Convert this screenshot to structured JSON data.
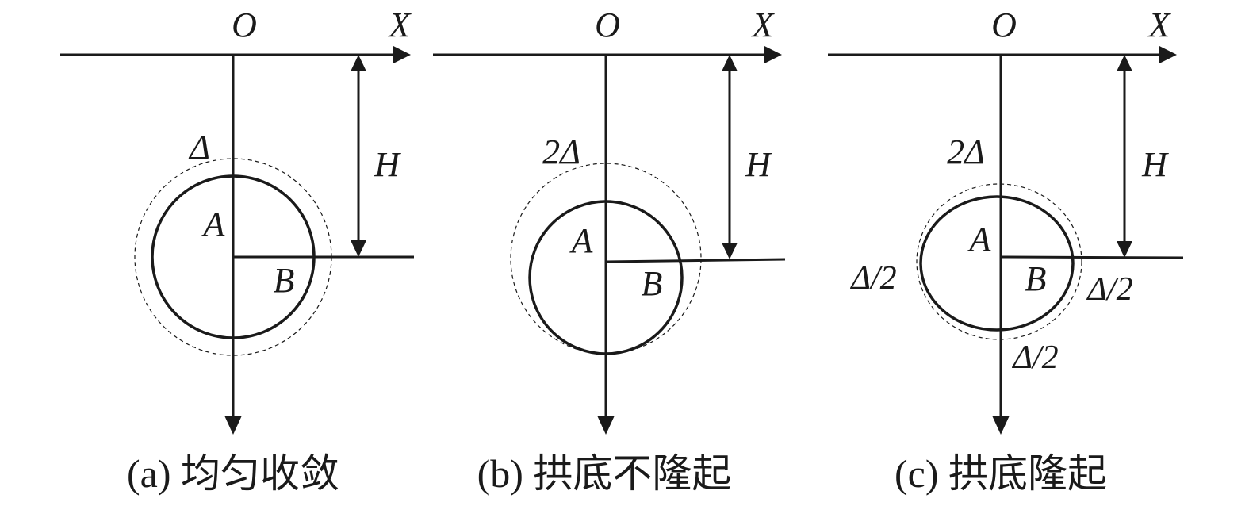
{
  "panels": [
    {
      "origin_label": "O",
      "x_label": "X",
      "depth_label": "H",
      "delta_label": "Δ",
      "point_a": "A",
      "point_b": "B",
      "caption": "(a) 均匀收敛"
    },
    {
      "origin_label": "O",
      "x_label": "X",
      "depth_label": "H",
      "delta_label": "2Δ",
      "point_a": "A",
      "point_b": "B",
      "caption": "(b) 拱底不隆起"
    },
    {
      "origin_label": "O",
      "x_label": "X",
      "depth_label": "H",
      "delta_label": "2Δ",
      "point_a": "A",
      "point_b": "B",
      "side_left_label": "Δ/2",
      "side_right_label": "Δ/2",
      "bottom_label": "Δ/2",
      "caption": "(c) 拱底隆起"
    }
  ]
}
